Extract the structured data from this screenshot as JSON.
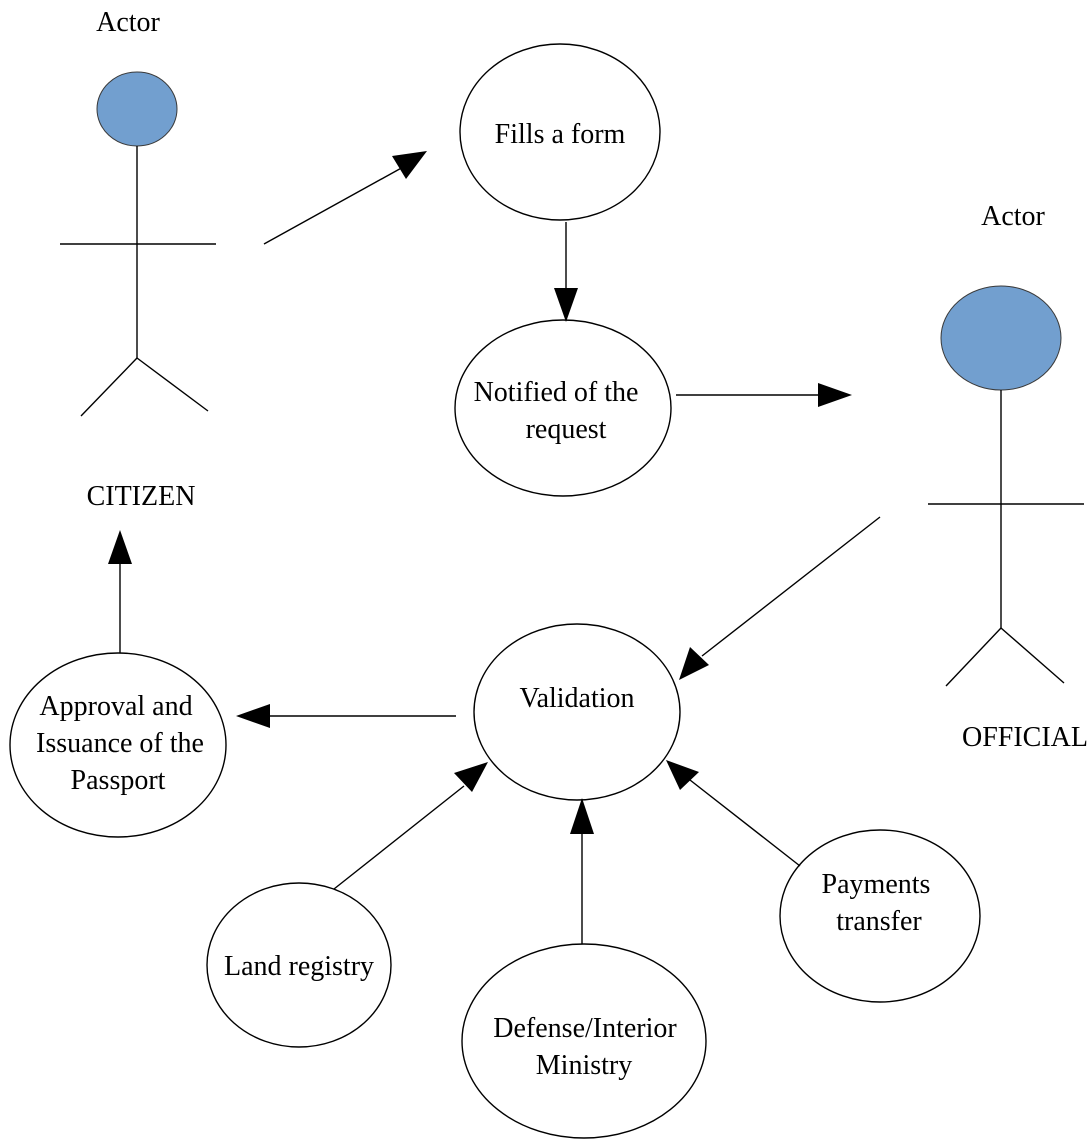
{
  "actors": {
    "citizen": {
      "stereotype": "Actor",
      "name": "CITIZEN"
    },
    "official": {
      "stereotype": "Actor",
      "name": "OFFICIAL"
    }
  },
  "use_cases": {
    "fills_form": {
      "line1": "Fills a form"
    },
    "notified": {
      "line1": "Notified of the",
      "line2": "request"
    },
    "validation": {
      "line1": "Validation"
    },
    "approval": {
      "line1": "Approval and",
      "line2": "Issuance of the",
      "line3": "Passport"
    },
    "land_registry": {
      "line1": "Land registry"
    },
    "defense": {
      "line1": "Defense/Interior",
      "line2": "Ministry"
    },
    "payments": {
      "line1": "Payments",
      "line2": "transfer"
    }
  },
  "colors": {
    "actor_head_fill": "#729fcf",
    "line": "#000000",
    "background": "#ffffff"
  }
}
